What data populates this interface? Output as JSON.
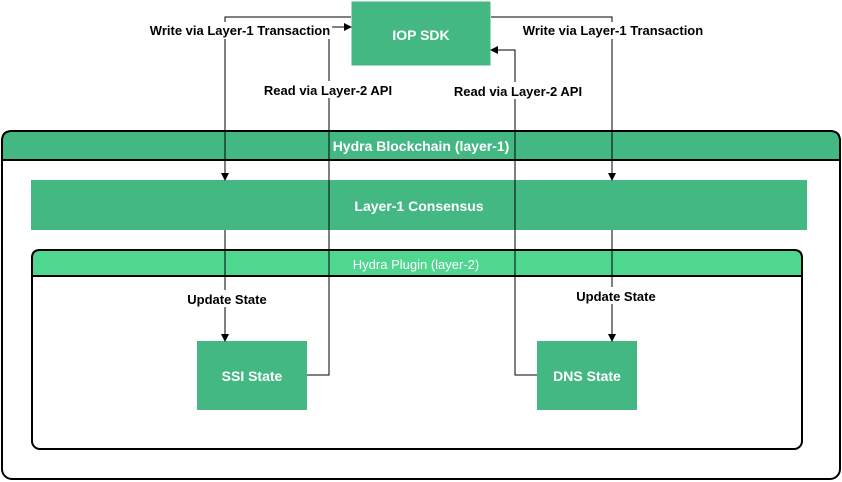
{
  "colors": {
    "green": "#43b883",
    "plugin_green": "#4fd68f",
    "border": "#000000",
    "line": "#000000"
  },
  "nodes": {
    "sdk": "IOP SDK",
    "hydra_blockchain": "Hydra Blockchain (layer-1)",
    "consensus": "Layer-1 Consensus",
    "hydra_plugin": "Hydra Plugin (layer-2)",
    "ssi_state": "SSI State",
    "dns_state": "DNS State"
  },
  "edges": {
    "write_left": "Write via Layer-1 Transaction",
    "write_right": "Write via Layer-1 Transaction",
    "read_left": "Read via Layer-2 API",
    "read_right": "Read via Layer-2 API",
    "update_left": "Update State",
    "update_right": "Update State"
  }
}
